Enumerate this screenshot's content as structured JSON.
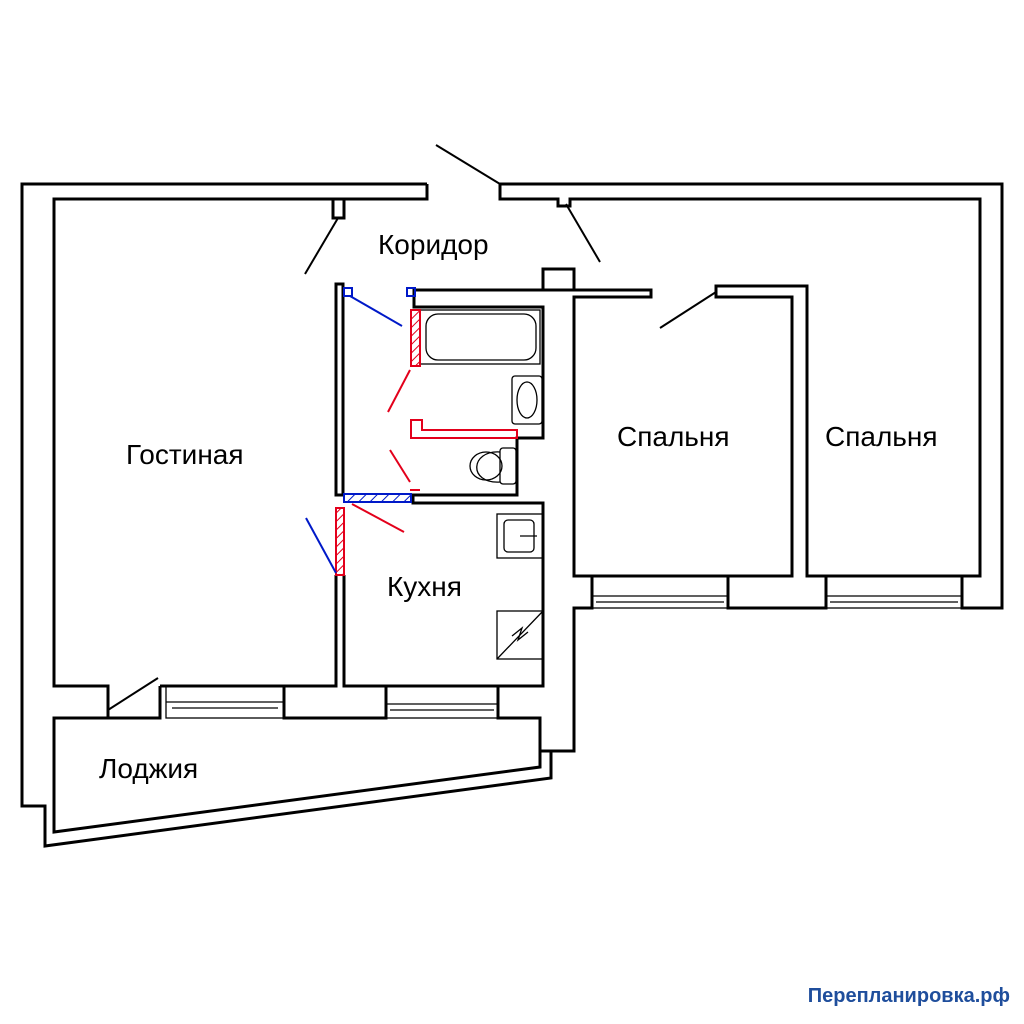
{
  "rooms": {
    "corridor": "Коридор",
    "living": "Гостиная",
    "bedroom_1": "Спальня",
    "bedroom_2": "Спальня",
    "kitchen": "Кухня",
    "loggia": "Лоджия"
  },
  "watermark": "Перепланировка.рф",
  "colors": {
    "wall": "#000000",
    "demolish": "#e3001b",
    "build": "#0019c8",
    "watermark": "#1f4e9c"
  }
}
